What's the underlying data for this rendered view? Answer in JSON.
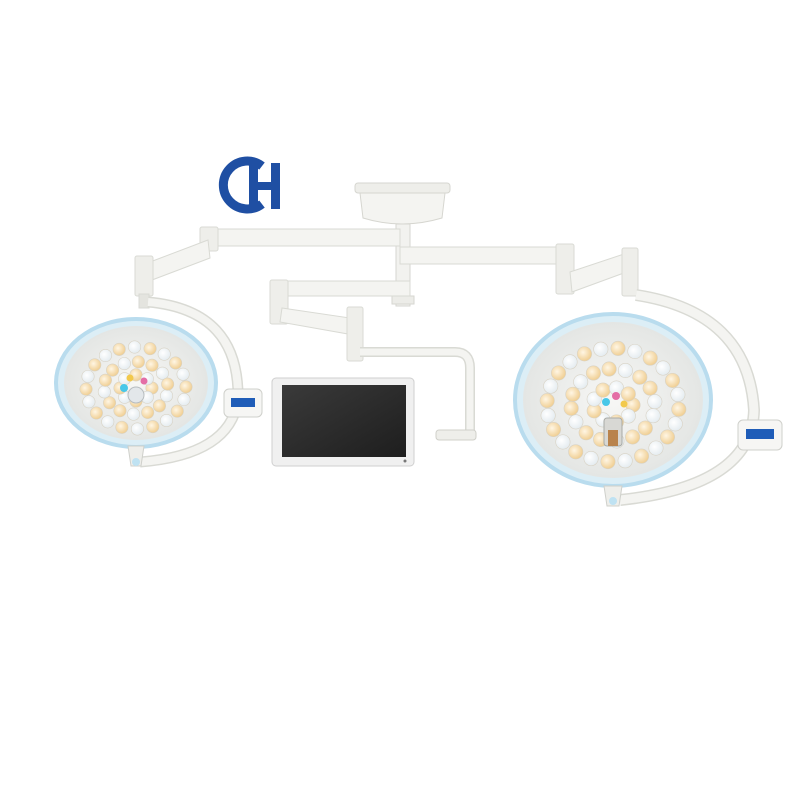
{
  "scene": {
    "background": "#ffffff",
    "subject": "ceiling-mounted-dual-surgical-light-with-monitor",
    "brand_logo": {
      "icon": "ch-logo-icon",
      "color": "#1f4fa3"
    },
    "colors": {
      "arm_white": "#f4f4f1",
      "arm_shadow": "#d9dad4",
      "lamp_ring_blue": "#bfe2f2",
      "led_warm": "#f4d9a9",
      "led_white": "#ffffff",
      "monitor_bezel": "#eeeeee",
      "monitor_screen": "#2a2a2a"
    },
    "left_lamp": {
      "led_rings": [
        8,
        14,
        20
      ]
    },
    "right_lamp": {
      "led_rings": [
        9,
        16,
        24
      ]
    }
  }
}
